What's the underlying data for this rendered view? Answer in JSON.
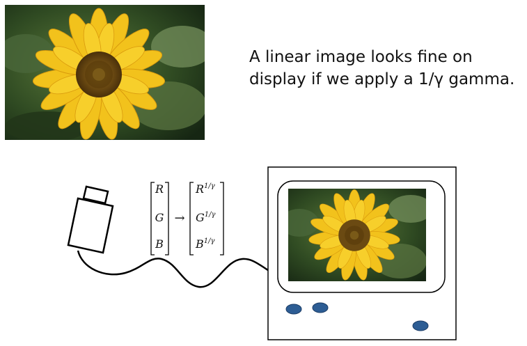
{
  "caption": {
    "line1": "A linear image looks fine on",
    "line2": "display if we apply a 1/γ gamma."
  },
  "matrix_in": [
    "R",
    "G",
    "B"
  ],
  "matrix_out": [
    {
      "base": "R",
      "exp": "1/γ"
    },
    {
      "base": "G",
      "exp": "1/γ"
    },
    {
      "base": "B",
      "exp": "1/γ"
    }
  ],
  "arrow_symbol": "→",
  "colors": {
    "petal": "#f2c21c",
    "petal_shade": "#d99a0d",
    "center": "#6b4a12",
    "foliage": "#3e5a2a",
    "button": "#2d5d94"
  }
}
